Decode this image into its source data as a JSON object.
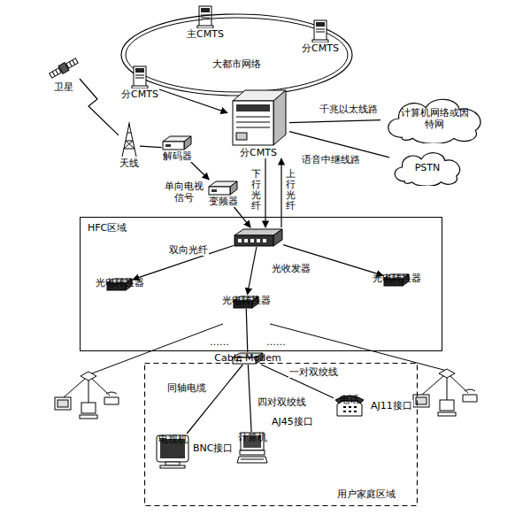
{
  "diagram": {
    "nodes": [
      {
        "text": [
          "主CMTS"
        ]
      },
      {
        "text": [
          "大都市网络"
        ]
      },
      {
        "text": [
          "分CMTS"
        ]
      },
      {
        "text": [
          "卫星"
        ]
      },
      {
        "text": [
          "分CMTS"
        ]
      },
      {
        "text": [
          "分CMTS"
        ]
      },
      {
        "text": [
          "计算机网络或因特网"
        ]
      },
      {
        "text": [
          "天线"
        ]
      },
      {
        "text": [
          "解码器"
        ]
      },
      {
        "text": [
          "PSTN"
        ]
      },
      {
        "text": [
          "变频器"
        ]
      },
      {
        "text": [
          "HFC区域"
        ]
      },
      {
        "text": [
          "光收发器"
        ],
        "in": 11
      },
      {
        "text": [
          "光电转换器"
        ],
        "in": 11
      },
      {
        "text": [
          "光电转换器"
        ],
        "in": 11
      },
      {
        "text": [
          "光电转换器"
        ],
        "in": 11
      },
      {
        "text": [
          "用户家庭区域"
        ]
      },
      {
        "text": [
          "Cable Modem"
        ],
        "in": 16
      },
      {
        "text": [
          "电视机"
        ],
        "in": 16
      },
      {
        "text": [
          "计算机"
        ],
        "in": 16
      },
      {
        "text": [
          "电话"
        ],
        "in": 16
      }
    ],
    "edges": [
      {
        "from": 3,
        "to": 7,
        "arrow": "none"
      },
      {
        "from": 4,
        "to": 5,
        "arrow": "to"
      },
      {
        "from": 7,
        "to": 8,
        "arrow": "none"
      },
      {
        "from": 8,
        "to": 10,
        "arrow": "to",
        "label": "单向电视信号"
      },
      {
        "from": 5,
        "to": 6,
        "arrow": "none",
        "label": "千兆以太线路"
      },
      {
        "from": 5,
        "to": 9,
        "arrow": "none",
        "label": "语音中继线路"
      },
      {
        "from": 5,
        "to": 12,
        "arrow": "to",
        "label": "下行光纤"
      },
      {
        "from": 12,
        "to": 5,
        "arrow": "to",
        "label": "上行光纤"
      },
      {
        "from": 10,
        "to": 12,
        "arrow": "to"
      },
      {
        "from": 12,
        "to": 13,
        "arrow": "to",
        "label": "双向光纤"
      },
      {
        "from": 12,
        "to": 14,
        "arrow": "to"
      },
      {
        "from": 12,
        "to": 15,
        "arrow": "to"
      },
      {
        "from": 15,
        "to": 17,
        "arrow": "none"
      },
      {
        "from": 17,
        "to": 18,
        "arrow": "none",
        "label": "同轴电缆"
      },
      {
        "from": 17,
        "to": 19,
        "arrow": "none",
        "label": "四对双绞线"
      },
      {
        "from": 17,
        "to": 20,
        "arrow": "none",
        "label": "一对双绞线"
      }
    ],
    "labels": [
      "……",
      "……",
      "BNC接口",
      "AJ45接口",
      "AJ11接口"
    ]
  }
}
